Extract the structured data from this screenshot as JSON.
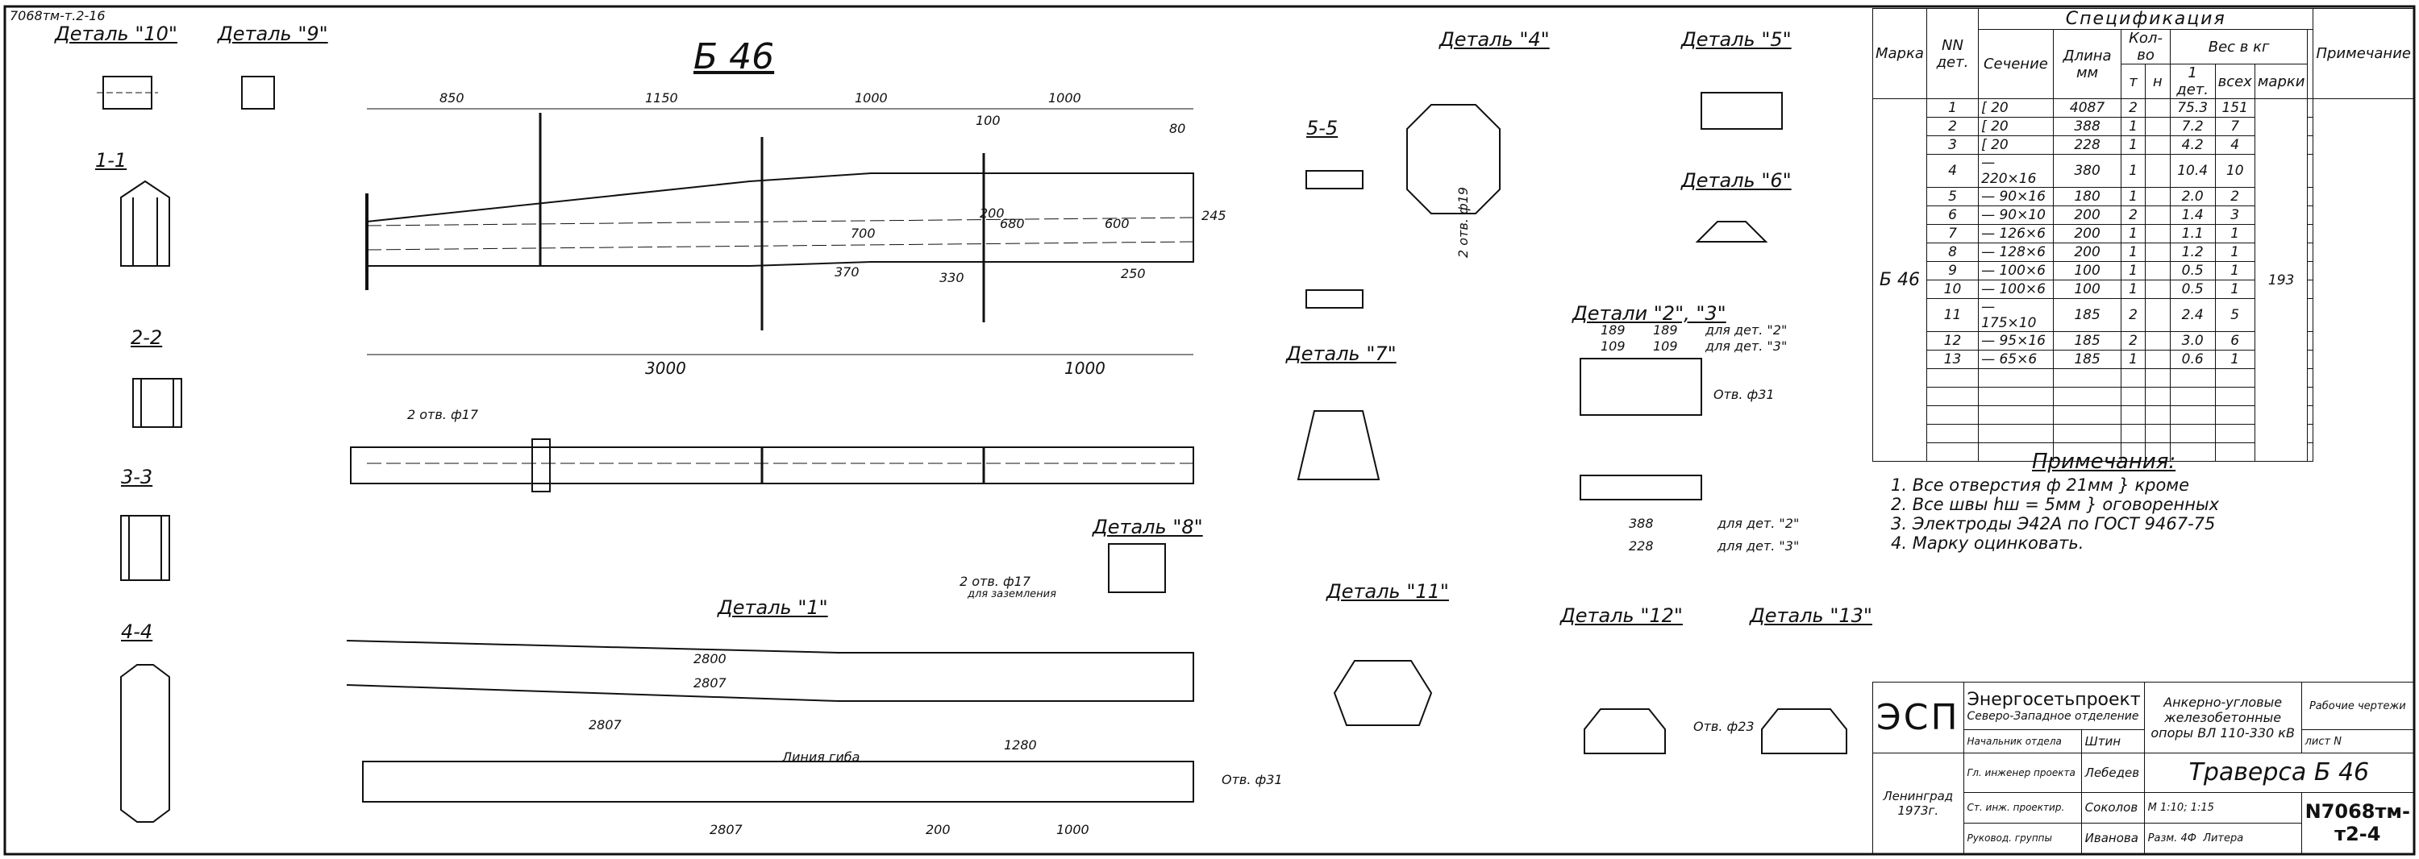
{
  "sheet": {
    "corner_code": "7068тм-т.2-16",
    "main_title": "Б 46",
    "colors": {
      "ink": "#111111",
      "paper": "#ffffff"
    }
  },
  "details": {
    "d10": "Деталь \"10\"",
    "d9": "Деталь \"9\"",
    "d4": "Деталь \"4\"",
    "d5": "Деталь \"5\"",
    "d6": "Деталь \"6\"",
    "d23": "Детали \"2\", \"3\"",
    "d7": "Деталь \"7\"",
    "d8": "Деталь \"8\"",
    "d1": "Деталь \"1\"",
    "d11": "Деталь \"11\"",
    "d12": "Деталь \"12\"",
    "d13": "Деталь \"13\""
  },
  "sections": {
    "s11": "1-1",
    "s22": "2-2",
    "s33": "3-3",
    "s44": "4-4",
    "s55": "5-5"
  },
  "dims": {
    "top": [
      "850",
      "1150",
      "1000",
      "1000"
    ],
    "d100": "100",
    "d80": "80",
    "d200": "200",
    "d700": "700",
    "d680": "680",
    "d600": "600",
    "d245": "245",
    "d370": "370",
    "d330": "330",
    "d250": "250",
    "d3000": "3000",
    "d1000": "1000",
    "det1": [
      "2800",
      "2807",
      "2807",
      "1280",
      "200",
      "1000"
    ],
    "det23": [
      "189",
      "189",
      "109",
      "109",
      "388",
      "228"
    ],
    "det23_labels": [
      "для дет. \"2\"",
      "для дет. \"3\"",
      "для дет. \"2\"",
      "для дет. \"3\""
    ],
    "hole31": "Отв. ф31",
    "ground": "2 отв. ф17",
    "ground_note": "для заземления",
    "guide": "Линия гиба",
    "holes19": "2 отв. ф19",
    "holes23": "Отв. ф23"
  },
  "notes": {
    "title": "Примечания:",
    "items": [
      "1. Все отверстия ф 21мм } кроме",
      "2. Все швы hш = 5мм    } оговоренных",
      "3. Электроды Э42А по ГОСТ 9467-75",
      "4. Марку оцинковать."
    ]
  },
  "spec": {
    "title": "Спецификация",
    "headers": {
      "mark": "Марка",
      "nn": "NN дет.",
      "section": "Сечение",
      "length": "Длина мм",
      "qty": "Кол-во",
      "t": "т",
      "n": "н",
      "weight": "Вес в кг",
      "one": "1 дет.",
      "all": "всех",
      "marks": "марки",
      "remark": "Примечание"
    },
    "mark": "Б 46",
    "mark_weight": "193",
    "rows": [
      {
        "n": "1",
        "sec": "[ 20",
        "len": "4087",
        "t": "2",
        "h": "",
        "w1": "75.3",
        "wa": "151"
      },
      {
        "n": "2",
        "sec": "[ 20",
        "len": "388",
        "t": "1",
        "h": "",
        "w1": "7.2",
        "wa": "7"
      },
      {
        "n": "3",
        "sec": "[ 20",
        "len": "228",
        "t": "1",
        "h": "",
        "w1": "4.2",
        "wa": "4"
      },
      {
        "n": "4",
        "sec": "— 220×16",
        "len": "380",
        "t": "1",
        "h": "",
        "w1": "10.4",
        "wa": "10"
      },
      {
        "n": "5",
        "sec": "— 90×16",
        "len": "180",
        "t": "1",
        "h": "",
        "w1": "2.0",
        "wa": "2"
      },
      {
        "n": "6",
        "sec": "— 90×10",
        "len": "200",
        "t": "2",
        "h": "",
        "w1": "1.4",
        "wa": "3"
      },
      {
        "n": "7",
        "sec": "— 126×6",
        "len": "200",
        "t": "1",
        "h": "",
        "w1": "1.1",
        "wa": "1"
      },
      {
        "n": "8",
        "sec": "— 128×6",
        "len": "200",
        "t": "1",
        "h": "",
        "w1": "1.2",
        "wa": "1"
      },
      {
        "n": "9",
        "sec": "— 100×6",
        "len": "100",
        "t": "1",
        "h": "",
        "w1": "0.5",
        "wa": "1"
      },
      {
        "n": "10",
        "sec": "— 100×6",
        "len": "100",
        "t": "1",
        "h": "",
        "w1": "0.5",
        "wa": "1"
      },
      {
        "n": "11",
        "sec": "— 175×10",
        "len": "185",
        "t": "2",
        "h": "",
        "w1": "2.4",
        "wa": "5"
      },
      {
        "n": "12",
        "sec": "— 95×16",
        "len": "185",
        "t": "2",
        "h": "",
        "w1": "3.0",
        "wa": "6"
      },
      {
        "n": "13",
        "sec": "— 65×6",
        "len": "185",
        "t": "1",
        "h": "",
        "w1": "0.6",
        "wa": "1"
      }
    ]
  },
  "titleblock": {
    "esp": "ЭСП",
    "org": "Энергосетьпроект",
    "branch": "Северо-Западное отделение",
    "city": "Ленинград",
    "year": "1973г.",
    "roles": [
      {
        "role": "Начальник отдела",
        "name": "Штин"
      },
      {
        "role": "Гл. инженер проекта",
        "name": "Лебедев"
      },
      {
        "role": "Ст. инж. проектир.",
        "name": "Соколов"
      },
      {
        "role": "Руковод. группы",
        "name": "Иванова"
      }
    ],
    "project": "Анкерно-угловые железобетонные опоры ВЛ 110-330 кВ",
    "work": "Рабочие чертежи",
    "sheet_label": "лист N",
    "drawing": "Траверса Б 46",
    "scale": "М 1:10; 1:15",
    "format": "Разм. 4Ф",
    "litera": "Литера",
    "number": "N7068тм-т2-4"
  }
}
